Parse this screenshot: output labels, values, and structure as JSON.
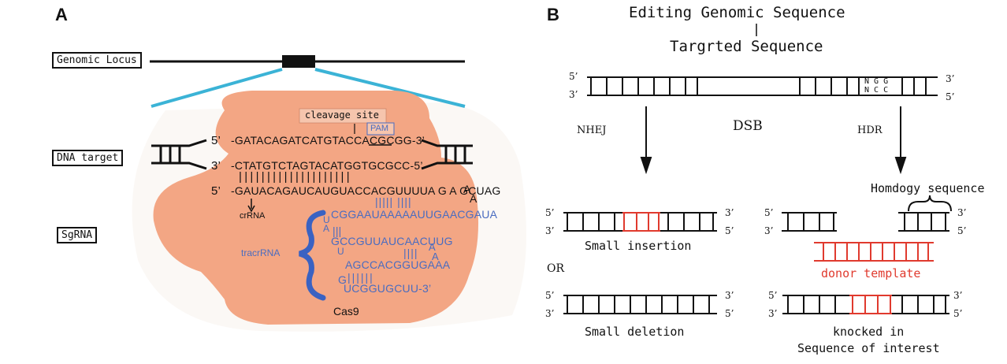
{
  "panel_a": {
    "letter": "A",
    "label_genomic_locus": "Genomic Locus",
    "label_dna_target": "DNA target",
    "label_sgrna": "SgRNA",
    "cleavage_site": "cleavage site",
    "pam": "PAM",
    "prime5_top": "5’",
    "strand_top": "-GATACAGATCATGTACCACGCGG-3’",
    "prime3_mid": "3’",
    "strand_mid": "-CTATGTCTAGTACATGGTGCGCC-5’",
    "pairing_bars": "||||||||||||||||||||",
    "prime5_rna": "5’",
    "strand_rna": "-GAUACAGAUCAUGUACCACGUUUUA  G  A  GCUAG",
    "rna_tail_a1": "A",
    "rna_tail_a2": "A",
    "crrna": "crRNA",
    "tracr_line1_bars": "|||||      ||||",
    "tracr_line2": "CGGAAUAAAAAUUGAACGAUA",
    "tracr_u1": "U",
    "tracr_a1": "A",
    "tracr_bars2": "|||",
    "tracr_line3": "GCCGUUAUCAACUUG",
    "tracr_u2": "U",
    "tracr_bars3": "||||",
    "tracr_a2": "A",
    "tracr_a3": "A",
    "tracr_line4": "AGCCACGGUGAAA",
    "tracr_g": "G",
    "tracr_bars4": "||||||",
    "tracr_line5": "UCGGUGCUU-3’",
    "tracrrna": "tracrRNA",
    "cas9": "Cas9"
  },
  "panel_b": {
    "letter": "B",
    "title_line1": "Editing Genomic Sequence",
    "title_line2": "Targrted Sequence",
    "dsb_5prime": "5’",
    "dsb_3prime": "3’",
    "dsb_3prime_right": "3’",
    "dsb_5prime_right": "5’",
    "pam_top": "N G G",
    "pam_bottom": "N C C",
    "nhej": "NHEJ",
    "dsb": "DSB",
    "hdr": "HDR",
    "homology": "Homdogy sequence",
    "small_insertion": "Small insertion",
    "or": "OR",
    "small_deletion": "Small deletion",
    "donor_template": "donor template",
    "knocked_in": "knocked in",
    "sequence_of_interest": "Sequence of interest",
    "end_5": "5’",
    "end_3": "3’"
  },
  "colors": {
    "cas9_fill": "#f3a684",
    "rna_blue": "#4a6cc0",
    "bracket_blue": "#3a62c2",
    "zoom_lines": "#3bb3d6",
    "insert_red": "#e03a2e"
  }
}
